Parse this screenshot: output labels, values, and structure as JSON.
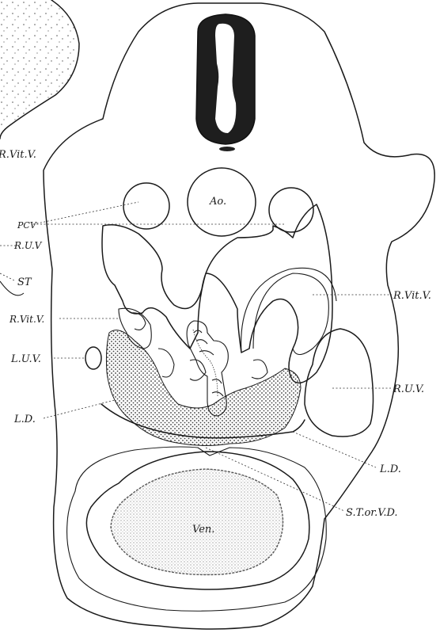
{
  "figure": {
    "labels": {
      "r_vit_v_upper_left": "R.Vit.V.",
      "pcv": "PCV",
      "r_u_v_left": "R.U.V",
      "st": "ST",
      "r_vit_v_left": "R.Vit.V.",
      "l_u_v": "L.U.V.",
      "l_d_left": "L.D.",
      "ao": "Ao.",
      "r_vit_v_right": "R.Vit.V.",
      "r_u_v_right": "R.U.V.",
      "l_d_right": "L.D.",
      "st_or_vd": "S.T.or.V.D.",
      "ven": "Ven."
    },
    "colors": {
      "ink": "#1a1a1a",
      "paper": "#ffffff",
      "stipple": "#555555"
    }
  }
}
